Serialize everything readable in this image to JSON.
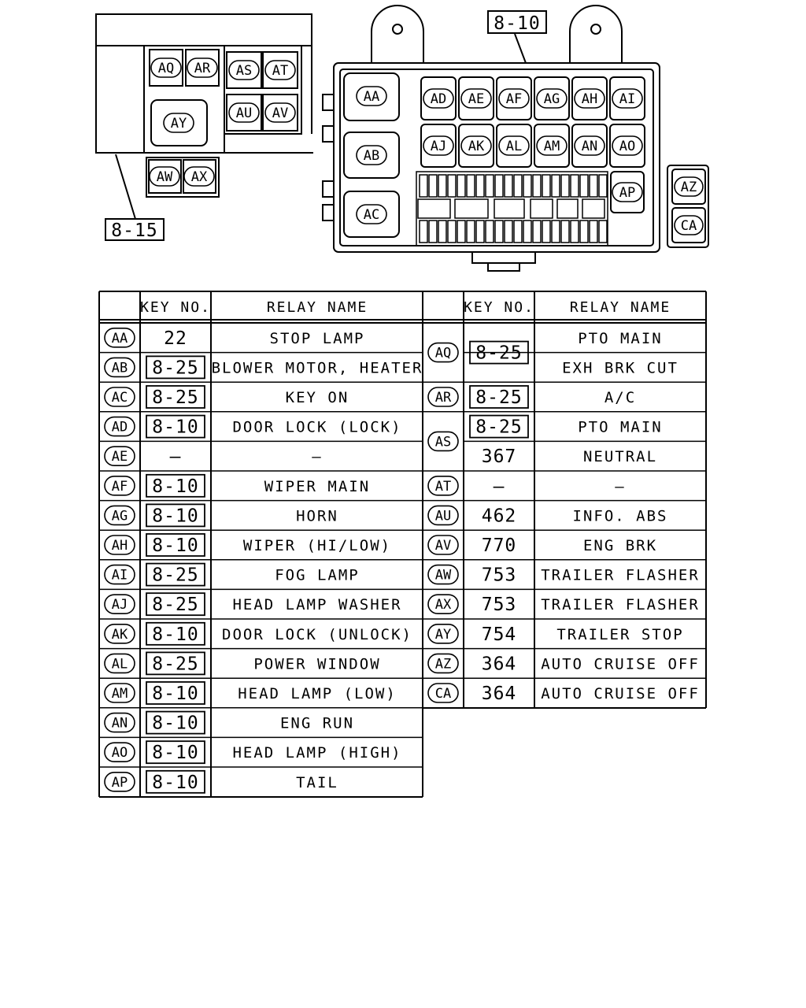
{
  "callouts": {
    "left_box": "8-15",
    "right_box": "8-10"
  },
  "relay_labels": {
    "left_box": [
      "AQ",
      "AR",
      "AS",
      "AT",
      "AU",
      "AV",
      "AY",
      "AW",
      "AX"
    ],
    "right_box": [
      "AA",
      "AB",
      "AC",
      "AD",
      "AE",
      "AF",
      "AG",
      "AH",
      "AI",
      "AJ",
      "AK",
      "AL",
      "AM",
      "AN",
      "AO",
      "AP"
    ],
    "side_block": [
      "AZ",
      "CA"
    ]
  },
  "table": {
    "headers": {
      "key_no": "KEY NO.",
      "relay_name": "RELAY NAME"
    },
    "left_rows": [
      {
        "code": "AA",
        "key": "22",
        "boxed": false,
        "name": "STOP LAMP"
      },
      {
        "code": "AB",
        "key": "8-25",
        "boxed": true,
        "name": "BLOWER MOTOR, HEATER"
      },
      {
        "code": "AC",
        "key": "8-25",
        "boxed": true,
        "name": "KEY ON"
      },
      {
        "code": "AD",
        "key": "8-10",
        "boxed": true,
        "name": "DOOR LOCK (LOCK)"
      },
      {
        "code": "AE",
        "key": "—",
        "boxed": false,
        "name": "—"
      },
      {
        "code": "AF",
        "key": "8-10",
        "boxed": true,
        "name": "WIPER MAIN"
      },
      {
        "code": "AG",
        "key": "8-10",
        "boxed": true,
        "name": "HORN"
      },
      {
        "code": "AH",
        "key": "8-10",
        "boxed": true,
        "name": "WIPER (HI/LOW)"
      },
      {
        "code": "AI",
        "key": "8-25",
        "boxed": true,
        "name": "FOG LAMP"
      },
      {
        "code": "AJ",
        "key": "8-25",
        "boxed": true,
        "name": "HEAD LAMP WASHER"
      },
      {
        "code": "AK",
        "key": "8-10",
        "boxed": true,
        "name": "DOOR LOCK (UNLOCK)"
      },
      {
        "code": "AL",
        "key": "8-25",
        "boxed": true,
        "name": "POWER WINDOW"
      },
      {
        "code": "AM",
        "key": "8-10",
        "boxed": true,
        "name": "HEAD LAMP (LOW)"
      },
      {
        "code": "AN",
        "key": "8-10",
        "boxed": true,
        "name": "ENG RUN"
      },
      {
        "code": "AO",
        "key": "8-10",
        "boxed": true,
        "name": "HEAD LAMP (HIGH)"
      },
      {
        "code": "AP",
        "key": "8-10",
        "boxed": true,
        "name": "TAIL"
      }
    ],
    "right_rows": [
      {
        "code": "AQ",
        "span": 2,
        "key": "8-25",
        "boxed": true,
        "name": "PTO MAIN"
      },
      {
        "code": "",
        "span": 0,
        "key": "",
        "boxed": false,
        "name": "EXH BRK CUT"
      },
      {
        "code": "AR",
        "span": 1,
        "key": "8-25",
        "boxed": true,
        "name": "A/C"
      },
      {
        "code": "AS",
        "span": 2,
        "key": "8-25",
        "boxed": true,
        "name": "PTO MAIN"
      },
      {
        "code": "",
        "span": 0,
        "key": "367",
        "boxed": false,
        "name": "NEUTRAL"
      },
      {
        "code": "AT",
        "span": 1,
        "key": "—",
        "boxed": false,
        "name": "—"
      },
      {
        "code": "AU",
        "span": 1,
        "key": "462",
        "boxed": false,
        "name": "INFO. ABS"
      },
      {
        "code": "AV",
        "span": 1,
        "key": "770",
        "boxed": false,
        "name": "ENG BRK"
      },
      {
        "code": "AW",
        "span": 1,
        "key": "753",
        "boxed": false,
        "name": "TRAILER FLASHER"
      },
      {
        "code": "AX",
        "span": 1,
        "key": "753",
        "boxed": false,
        "name": "TRAILER FLASHER"
      },
      {
        "code": "AY",
        "span": 1,
        "key": "754",
        "boxed": false,
        "name": "TRAILER STOP"
      },
      {
        "code": "AZ",
        "span": 1,
        "key": "364",
        "boxed": false,
        "name": "AUTO CRUISE OFF"
      },
      {
        "code": "CA",
        "span": 1,
        "key": "364",
        "boxed": false,
        "name": "AUTO CRUISE OFF"
      }
    ]
  }
}
